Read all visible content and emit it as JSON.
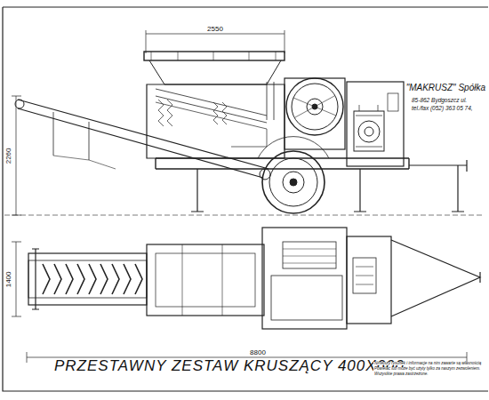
{
  "diagram": {
    "title": "PRZESTAWNY ZESTAW KRUSZĄCY 400X600",
    "labels": [
      "2550",
      "2260",
      "1400",
      "8800",
      "\"MAKRUSZ\" Spółka",
      "85-862 Bydgoszcz ul.",
      "tel./fax (052) 363 05 74,",
      "Niniejszy rysunek i informacje na nim zawarte są własnością",
      "Powielać lub może być użyty tylko za naszym zezwoleniem.",
      "Wszystkie prawa zastrzeżone."
    ]
  }
}
